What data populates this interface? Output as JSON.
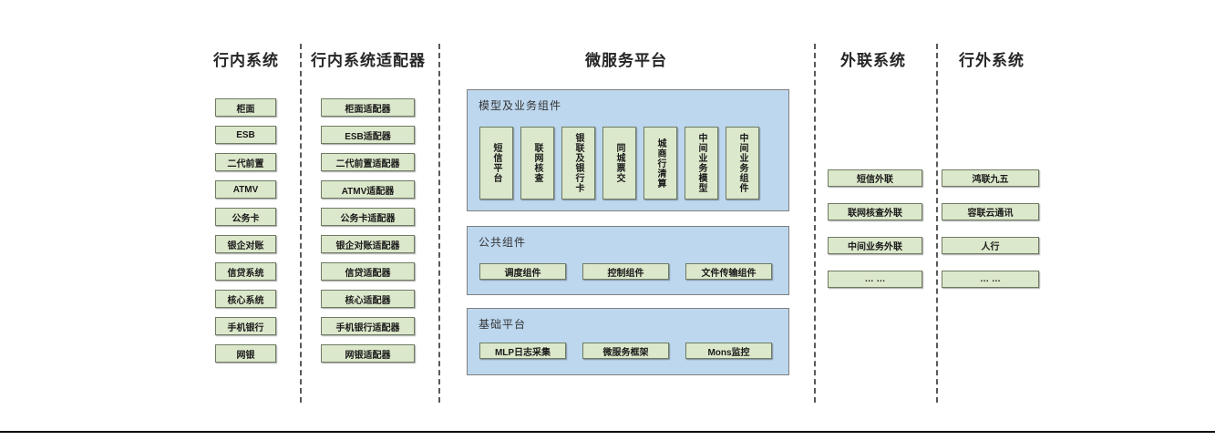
{
  "diagram": {
    "colors": {
      "node_fill": "#dce8cb",
      "node_border": "#6e7a62",
      "panel_fill": "#bdd7ee",
      "panel_border": "#7f7f7f",
      "separator": "#595959",
      "text": "#262626"
    },
    "columns": {
      "internal": {
        "title": "行内系统",
        "items": [
          "柜面",
          "ESB",
          "二代前置",
          "ATMV",
          "公务卡",
          "银企对账",
          "信贷系统",
          "核心系统",
          "手机银行",
          "网银"
        ]
      },
      "adapters": {
        "title": "行内系统适配器",
        "items": [
          "柜面适配器",
          "ESB适配器",
          "二代前置适配器",
          "ATMV适配器",
          "公务卡适配器",
          "银企对账适配器",
          "信贷适配器",
          "核心适配器",
          "手机银行适配器",
          "网银适配器"
        ]
      },
      "platform": {
        "title": "微服务平台",
        "panels": {
          "model": {
            "title": "模型及业务组件",
            "items": [
              "短信平台",
              "联网核查",
              "银联及银行卡",
              "同城票交",
              "城商行清算",
              "中间业务模型",
              "中间业务组件"
            ]
          },
          "common": {
            "title": "公共组件",
            "items": [
              "调度组件",
              "控制组件",
              "文件传输组件"
            ]
          },
          "base": {
            "title": "基础平台",
            "items": [
              "MLP日志采集",
              "微服务框架",
              "Mons监控"
            ]
          }
        }
      },
      "outbound": {
        "title": "外联系统",
        "items": [
          "短信外联",
          "联网核查外联",
          "中间业务外联",
          "… …"
        ]
      },
      "external": {
        "title": "行外系统",
        "items": [
          "鸿联九五",
          "容联云通讯",
          "人行",
          "… …"
        ]
      }
    }
  }
}
